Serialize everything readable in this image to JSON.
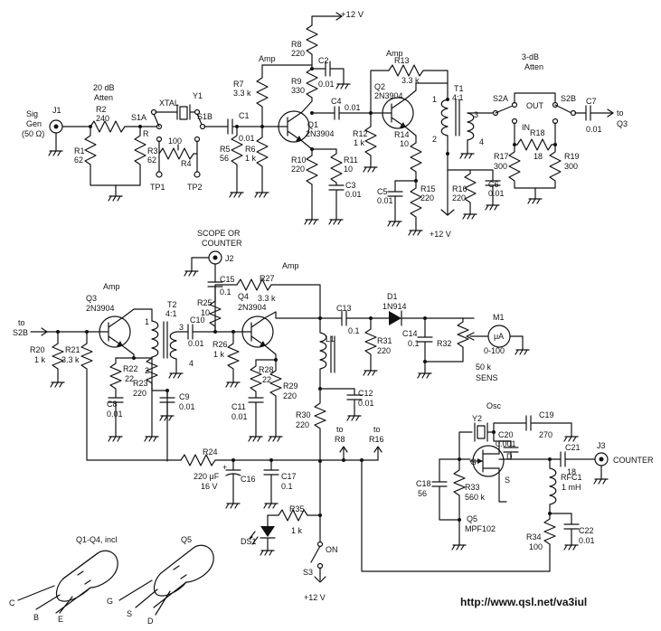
{
  "top": {
    "supply": "+12 V",
    "atten20": [
      "20 dB",
      "Atten"
    ],
    "siggen": [
      "Sig",
      "Gen",
      "(50 Ω)"
    ],
    "amp": "Amp",
    "atten3": [
      "3-dB",
      "Atten"
    ],
    "to_q3": [
      "to",
      "Q3"
    ],
    "xtal": "XTAL",
    "r": "R",
    "out": "OUT",
    "in": "IN"
  },
  "bottom": {
    "scope": [
      "SCOPE OR",
      "COUNTER"
    ],
    "amp": "Amp",
    "osc": "Osc",
    "to_s2b": [
      "to",
      "S2B"
    ],
    "to_r8": [
      "to",
      "R8"
    ],
    "to_r16": [
      "to",
      "R16"
    ],
    "sens": [
      "50 k",
      "SENS"
    ],
    "meter_scale": "0-100",
    "meter_unit": "μA",
    "counter": "COUNTER",
    "on": "ON",
    "supply": "+12 V"
  },
  "pinouts": {
    "q14": "Q1-Q4, incl",
    "q5": "Q5",
    "pins14": [
      "C",
      "B",
      "E"
    ],
    "pins5": [
      "G",
      "S",
      "D"
    ]
  },
  "footer": {
    "url": "http://www.qsl.net/va3iul"
  },
  "components": {
    "J1": "J1",
    "R2": "R2",
    "R2v": "240",
    "R1": "R1",
    "R1v": "62",
    "R3": "R3",
    "R3v": "62",
    "S1A": "S1A",
    "Y1": "Y1",
    "S1B": "S1B",
    "R4": "R4",
    "R4v": "100",
    "TP1": "TP1",
    "TP2": "TP2",
    "C1": "C1",
    "C1v": "0.01",
    "R5": "R5",
    "R5v": "56",
    "R7": "R7",
    "R7v": "3.3 k",
    "R6": "R6",
    "R6v": "1 k",
    "R8": "R8",
    "R8v": "220",
    "R9": "R9",
    "R9v": "330",
    "C2": "C2",
    "C2v": "0.01",
    "Q1": "Q1",
    "Q1v": "2N3904",
    "R10": "R10",
    "R10v": "220",
    "R11": "R11",
    "R11v": "10",
    "C3": "C3",
    "C3v": "0.01",
    "C4": "C4",
    "C4v": "0.01",
    "R12": "R12",
    "R12v": "1 k",
    "R13": "R13",
    "R13v": "3.3 k",
    "Q2": "Q2",
    "Q2v": "2N3904",
    "R14": "R14",
    "R14v": "10",
    "R15": "R15",
    "R15v": "220",
    "C5": "C5",
    "C5v": "0.01",
    "R16": "R16",
    "R16v": "220",
    "C6": "C6",
    "C6v": "0.01",
    "T1": "T1",
    "T1v": "4:1",
    "S2A": "S2A",
    "S2B": "S2B",
    "R18": "R18",
    "R18v": "18",
    "R17": "R17",
    "R17v": "300",
    "R19": "R19",
    "R19v": "300",
    "C7": "C7",
    "C7v": "0.01",
    "J2": "J2",
    "C15": "C15",
    "C15v": "0.1",
    "R27": "R27",
    "R27v": "3.3 k",
    "R25": "R25",
    "R25v": "10",
    "Q3": "Q3",
    "Q3v": "2N3904",
    "T2": "T2",
    "T2v": "4:1",
    "C10": "C10",
    "C10v": "0.01",
    "Q4": "Q4",
    "Q4v": "2N3904",
    "R26": "R26",
    "R26v": "1 k",
    "C13": "C13",
    "C13v": "0.1",
    "D1": "D1",
    "D1v": "1N914",
    "M1": "M1",
    "L1": "L1",
    "R31": "R31",
    "R31v": "220",
    "C14": "C14",
    "C14v": "0.1",
    "R32": "R32",
    "R20": "R20",
    "R20v": "1 k",
    "R21": "R21",
    "R21v": "3.3 k",
    "R22": "R22",
    "R22v": "22",
    "R23": "R23",
    "R23v": "220",
    "C8": "C8",
    "C8v": "0.01",
    "C9": "C9",
    "C9v": "0.01",
    "R28": "R28",
    "R28v": "22",
    "R29": "R29",
    "R29v": "220",
    "C11": "C11",
    "C11v": "0.01",
    "C12": "C12",
    "C12v": "0.01",
    "R30": "R30",
    "R30v": "220",
    "R24": "R24",
    "C16v": "220 μF",
    "C16v2": "16 V",
    "C16": "C16",
    "C17": "C17",
    "C17v": "0.1",
    "R35": "R35",
    "R35v": "1 k",
    "DS1": "DS1",
    "S3": "S3",
    "Y2": "Y2",
    "C20": "C20",
    "C20v": "0.001",
    "C19": "C19",
    "C19v": "270",
    "C21": "C21",
    "C21v": "18",
    "J3": "J3",
    "C18": "C18",
    "C18v": "56",
    "R33": "R33",
    "R33v": "560 k",
    "Q5": "Q5",
    "Q5v": "MPF102",
    "RFC1": "RFC1",
    "RFC1v": "1 mH",
    "R34": "R34",
    "R34v": "100",
    "C22": "C22",
    "C22v": "0.01",
    "G": "G",
    "D": "D",
    "S": "S"
  }
}
